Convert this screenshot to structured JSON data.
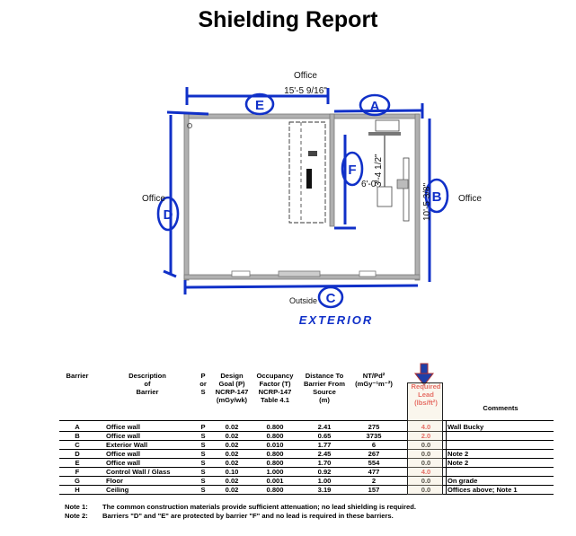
{
  "title": "Shielding Report",
  "floorplan": {
    "office_top": "Office",
    "dimension_top": "15'-5 9/16\"",
    "office_left": "Office",
    "office_right": "Office",
    "outside": "Outside",
    "exterior": "EXTERIOR",
    "dim_a": "6'-0\"",
    "dim_b": "3'-4 1/2\"",
    "dim_c": "10'-5 3/8\"",
    "markers": [
      "A",
      "B",
      "C",
      "D",
      "E",
      "F"
    ]
  },
  "table": {
    "headers": {
      "barrier": "Barrier",
      "description": "Description\nof\nBarrier",
      "ps": "P\nor\nS",
      "goal": "Design\nGoal (P)\nNCRP-147\n(mGy/wk)",
      "occupancy": "Occupancy\nFactor (T)\nNCRP-147\nTable 4.1",
      "distance": "Distance To\nBarrier From\nSource\n(m)",
      "nt": "NT/Pd²\n(mGy⁻¹m⁻²)",
      "lead": "Required\nLead\n(lbs/ft²)",
      "comments": "Comments"
    },
    "rows": [
      {
        "barrier": "A",
        "desc": "Office wall",
        "ps": "P",
        "goal": "0.02",
        "occ": "0.800",
        "dist": "2.41",
        "nt": "275",
        "lead": "4.0",
        "lead_red": true,
        "comment": "Wall Bucky"
      },
      {
        "barrier": "B",
        "desc": "Office wall",
        "ps": "S",
        "goal": "0.02",
        "occ": "0.800",
        "dist": "0.65",
        "nt": "3735",
        "lead": "2.0",
        "lead_red": true,
        "comment": ""
      },
      {
        "barrier": "C",
        "desc": "Exterior Wall",
        "ps": "S",
        "goal": "0.02",
        "occ": "0.010",
        "dist": "1.77",
        "nt": "6",
        "lead": "0.0",
        "lead_red": false,
        "comment": ""
      },
      {
        "barrier": "D",
        "desc": "Office wall",
        "ps": "S",
        "goal": "0.02",
        "occ": "0.800",
        "dist": "2.45",
        "nt": "267",
        "lead": "0.0",
        "lead_red": false,
        "comment": "Note 2"
      },
      {
        "barrier": "E",
        "desc": "Office wall",
        "ps": "S",
        "goal": "0.02",
        "occ": "0.800",
        "dist": "1.70",
        "nt": "554",
        "lead": "0.0",
        "lead_red": false,
        "comment": "Note 2"
      },
      {
        "barrier": "F",
        "desc": "Control Wall / Glass",
        "ps": "S",
        "goal": "0.10",
        "occ": "1.000",
        "dist": "0.92",
        "nt": "477",
        "lead": "4.0",
        "lead_red": true,
        "comment": ""
      },
      {
        "barrier": "G",
        "desc": "Floor",
        "ps": "S",
        "goal": "0.02",
        "occ": "0.001",
        "dist": "1.00",
        "nt": "2",
        "lead": "0.0",
        "lead_red": false,
        "comment": "On grade"
      },
      {
        "barrier": "H",
        "desc": "Ceiling",
        "ps": "S",
        "goal": "0.02",
        "occ": "0.800",
        "dist": "3.19",
        "nt": "157",
        "lead": "0.0",
        "lead_red": false,
        "comment": "Offices above; Note 1"
      }
    ]
  },
  "notes": [
    {
      "label": "Note 1:",
      "text": "The common construction materials provide sufficient attenuation; no lead shielding is required."
    },
    {
      "label": "Note 2:",
      "text": "Barriers \"D\" and \"E\" are protected by barrier \"F\" and no lead is required in these barriers."
    }
  ],
  "colors": {
    "ink": "#1030c8",
    "red": "#e03030",
    "wall": "#9a9a9a",
    "lead_box": "#f2e4cc"
  }
}
